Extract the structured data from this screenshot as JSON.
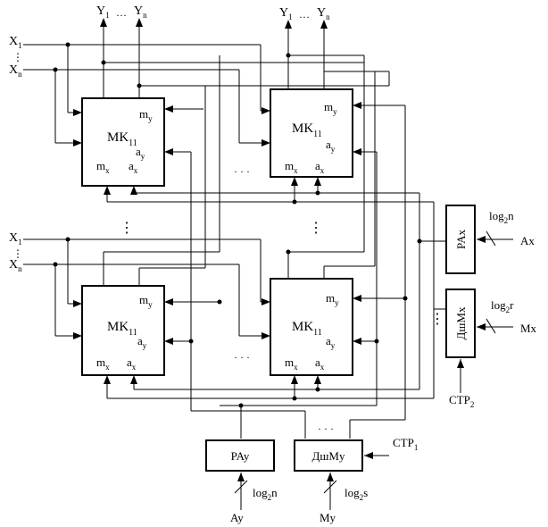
{
  "blocks": {
    "mk": {
      "name": "MK",
      "sub": "11",
      "m": "m",
      "a": "a",
      "x": "x",
      "y": "y"
    },
    "rax": {
      "label": "PAx"
    },
    "dshmx": {
      "label": "ДшМx"
    },
    "ray": {
      "label": "PAy"
    },
    "dshmy": {
      "label": "ДшМy"
    }
  },
  "inputs": {
    "x": "X",
    "one": "1",
    "n": "n",
    "ellipsis": "⋮"
  },
  "outputs": {
    "y": "Y",
    "one": "1",
    "n": "n",
    "dots": "…"
  },
  "signals": {
    "ax": "Ax",
    "mx": "Mx",
    "ay": "Ay",
    "my": "My",
    "str": "CTP",
    "str1_sub": "1",
    "str2_sub": "2",
    "log": "log",
    "log_sub": "2",
    "n": "n",
    "r": "r",
    "s": "s"
  },
  "dots": {
    "h": "· · ·",
    "v": "⋮"
  }
}
